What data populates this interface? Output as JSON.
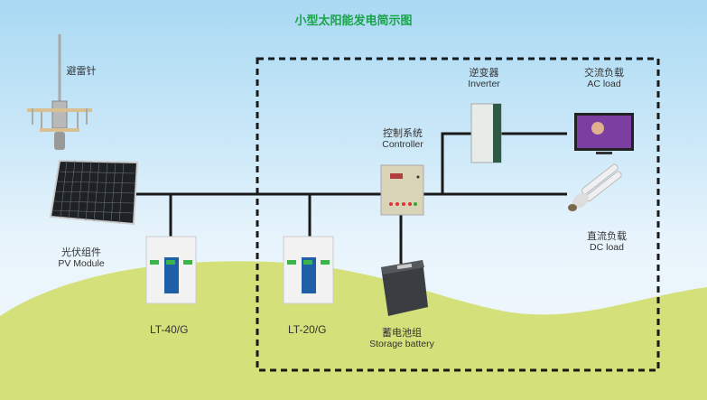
{
  "title": "小型太阳能发电简示图",
  "colors": {
    "title": "#1aa34a",
    "sky_top": "#a9d9f3",
    "ground": "#d4e07a",
    "wire": "#1a1a1a",
    "spd_blue": "#1f5fa8"
  },
  "components": {
    "lightning_rod": {
      "cn": "避雷针",
      "icon": "lightning-rod-icon"
    },
    "pv_module": {
      "cn": "光伏组件",
      "en": "PV Module",
      "icon": "solar-panel-icon"
    },
    "spd_1": {
      "model": "LT-40/G",
      "icon": "surge-protector-icon"
    },
    "spd_2": {
      "model": "LT-20/G",
      "icon": "surge-protector-icon"
    },
    "controller": {
      "cn": "控制系统",
      "en": "Controller",
      "icon": "control-cabinet-icon"
    },
    "inverter": {
      "cn": "逆变器",
      "en": "Inverter",
      "icon": "inverter-cabinet-icon"
    },
    "battery": {
      "cn": "蓄电池组",
      "en": "Storage battery",
      "icon": "battery-icon"
    },
    "ac_load": {
      "cn": "交流负载",
      "en": "AC load",
      "icon": "tv-icon"
    },
    "dc_load": {
      "cn": "直流负载",
      "en": "DC load",
      "icon": "cfl-bulb-icon"
    }
  }
}
